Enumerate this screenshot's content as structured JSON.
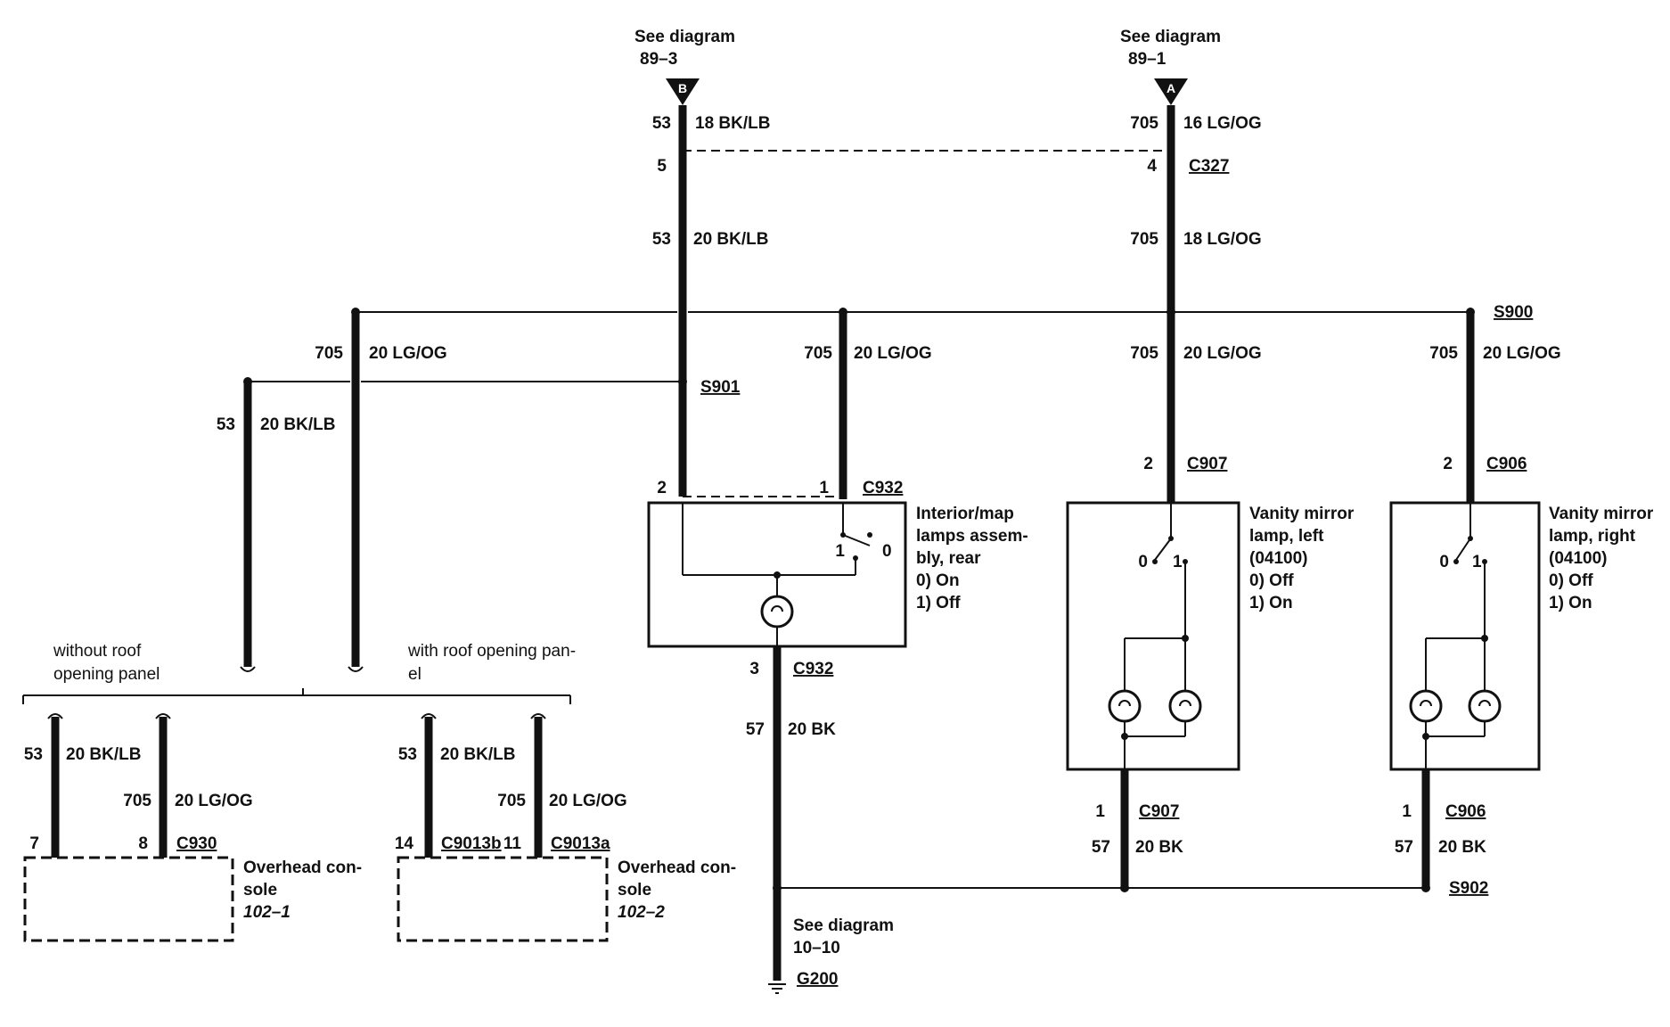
{
  "references": {
    "top_left": {
      "text": "See diagram",
      "page": "89–3",
      "connector": "B"
    },
    "top_right": {
      "text": "See diagram",
      "page": "89–1",
      "connector": "A"
    },
    "ground": {
      "text": "See diagram",
      "page": "10–10",
      "ground_id": "G200"
    }
  },
  "wires": {
    "w53_top": {
      "circuit": "53",
      "label": "18 BK/LB"
    },
    "w705_top": {
      "circuit": "705",
      "label": "16 LG/OG"
    },
    "w53_mid": {
      "circuit": "53",
      "label": "20 BK/LB"
    },
    "w705_mid": {
      "circuit": "705",
      "label": "18 LG/OG"
    },
    "w705_left": {
      "circuit": "705",
      "label": "20 LG/OG"
    },
    "w53_left": {
      "circuit": "53",
      "label": "20 BK/LB"
    },
    "w705_map": {
      "circuit": "705",
      "label": "20 LG/OG"
    },
    "w705_vl": {
      "circuit": "705",
      "label": "20 LG/OG"
    },
    "w705_vr": {
      "circuit": "705",
      "label": "20 LG/OG"
    },
    "w57_map": {
      "circuit": "57",
      "label": "20 BK"
    },
    "w57_vl": {
      "circuit": "57",
      "label": "20 BK"
    },
    "w57_vr": {
      "circuit": "57",
      "label": "20 BK"
    },
    "w53_c930": {
      "circuit": "53",
      "label": "20 BK/LB"
    },
    "w705_c930": {
      "circuit": "705",
      "label": "20 LG/OG"
    },
    "w53_c9013": {
      "circuit": "53",
      "label": "20 BK/LB"
    },
    "w705_c9013": {
      "circuit": "705",
      "label": "20 LG/OG"
    }
  },
  "connectors": {
    "c327": {
      "id": "C327",
      "pin_left": "5",
      "pin_right": "4"
    },
    "c932_top": {
      "id": "C932",
      "pin_left": "2",
      "pin_right": "1"
    },
    "c932_bottom": {
      "id": "C932",
      "pin": "3"
    },
    "c907_top": {
      "id": "C907",
      "pin": "2"
    },
    "c907_bottom": {
      "id": "C907",
      "pin": "1"
    },
    "c906_top": {
      "id": "C906",
      "pin": "2"
    },
    "c906_bottom": {
      "id": "C906",
      "pin": "1"
    },
    "c930": {
      "id": "C930",
      "pin_left": "7",
      "pin_right": "8"
    },
    "c9013": {
      "pin_left": "14",
      "id_left": "C9013b",
      "pin_right": "11",
      "id_right": "C9013a"
    }
  },
  "splices": {
    "s900": "S900",
    "s901": "S901",
    "s902": "S902"
  },
  "components": {
    "map_lamps": {
      "name_lines": [
        "Interior/map",
        "lamps assem-",
        "bly, rear"
      ],
      "states": [
        "0)   On",
        "1)   Off"
      ],
      "switch_labels": [
        "1",
        "0"
      ]
    },
    "vanity_left": {
      "name_lines": [
        "Vanity mirror",
        "lamp, left",
        "(04100)"
      ],
      "states": [
        "0)   Off",
        "1)   On"
      ],
      "switch_labels": [
        "0",
        "1"
      ]
    },
    "vanity_right": {
      "name_lines": [
        "Vanity mirror",
        "lamp, right",
        "(04100)"
      ],
      "states": [
        "0)   Off",
        "1)   On"
      ],
      "switch_labels": [
        "0",
        "1"
      ]
    },
    "console_1": {
      "name_lines": [
        "Overhead con-",
        "sole"
      ],
      "ref": "102–1"
    },
    "console_2": {
      "name_lines": [
        "Overhead con-",
        "sole"
      ],
      "ref": "102–2"
    }
  },
  "options": {
    "without_roof": [
      "without roof",
      "opening panel"
    ],
    "with_roof": [
      "with roof opening pan-",
      "el"
    ]
  }
}
